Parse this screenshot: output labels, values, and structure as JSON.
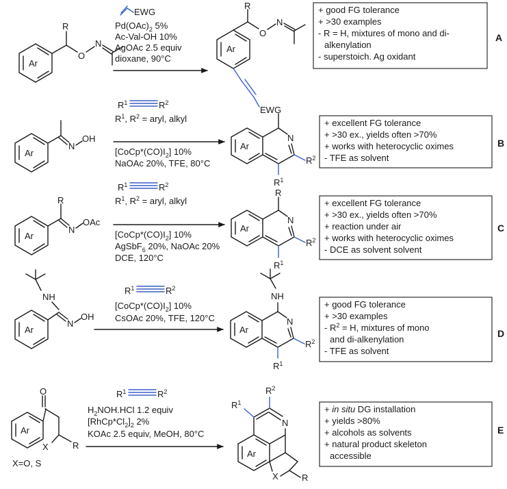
{
  "labels": {
    "Ar": "Ar",
    "R": "R",
    "O": "O",
    "N": "N",
    "OH": "OH",
    "OAc": "OAc",
    "NH": "NH",
    "X": "X",
    "EWG": "EWG",
    "R1": "R",
    "R2": "R",
    "sup1": "1",
    "sup2": "2",
    "xos": "X=O, S"
  },
  "rows": [
    {
      "tag": "A",
      "reagent": "EWG",
      "conditions": [
        "Pd(OAc)",
        "Ac-Val-OH 10%",
        "AgOAc 2.5 equiv",
        "dioxane, 90°C"
      ],
      "cond_sub": "2",
      "cond_tail": " 5%",
      "notes": [
        "+ good FG tolerance",
        "+ >30 examples",
        "- R = H, mixtures of mono and di-",
        "  alkenylation",
        "- superstoich. Ag oxidant"
      ]
    },
    {
      "tag": "B",
      "scope_line": ", R",
      "scope_tail": " = aryl, alkyl",
      "conditions": [
        "[CoCp*(CO)I",
        "] 10%",
        "NaOAc 20%, TFE, 80°C"
      ],
      "notes": [
        "+ excellent FG tolerance",
        "+ >30 ex., yields often >70%",
        "+ works with heterocyclic oximes",
        "- TFE as solvent"
      ]
    },
    {
      "tag": "C",
      "scope_line": ", R",
      "scope_tail": " = aryl, alkyl",
      "conditions": [
        "[CoCp*(CO)I",
        "] 10%",
        "AgSbF",
        " 20%, NaOAc 20%",
        "DCE, 120°C"
      ],
      "notes": [
        "+ excellent FG tolerance",
        "+ >30 ex., yields often >70%",
        "+ reaction under air",
        "+ works with heterocyclic oximes",
        "- DCE as solvent solvent"
      ]
    },
    {
      "tag": "D",
      "conditions": [
        "[CoCp*(CO)I",
        "] 10%",
        "CsOAc 20%, TFE, 120°C"
      ],
      "notes": [
        "+ good FG tolerance",
        "+ >30 examples",
        "- R",
        " = H, mixtures of mono",
        "  and di-alkenylation",
        "- TFE as solvent"
      ]
    },
    {
      "tag": "E",
      "conditions": [
        "H",
        "NOH.HCl 1.2 equiv",
        "[RhCp*Cl",
        "]",
        " 2%",
        "KOAc 2.5 equiv, MeOH, 80°C"
      ],
      "notes_italic": "in situ",
      "notes": [
        "+ ",
        " DG installation",
        "+ yields >80%",
        "+ alcohols as solvents",
        "+ natural product skeleton",
        "  accessible"
      ]
    }
  ],
  "sub2": "2",
  "sub6": "6"
}
